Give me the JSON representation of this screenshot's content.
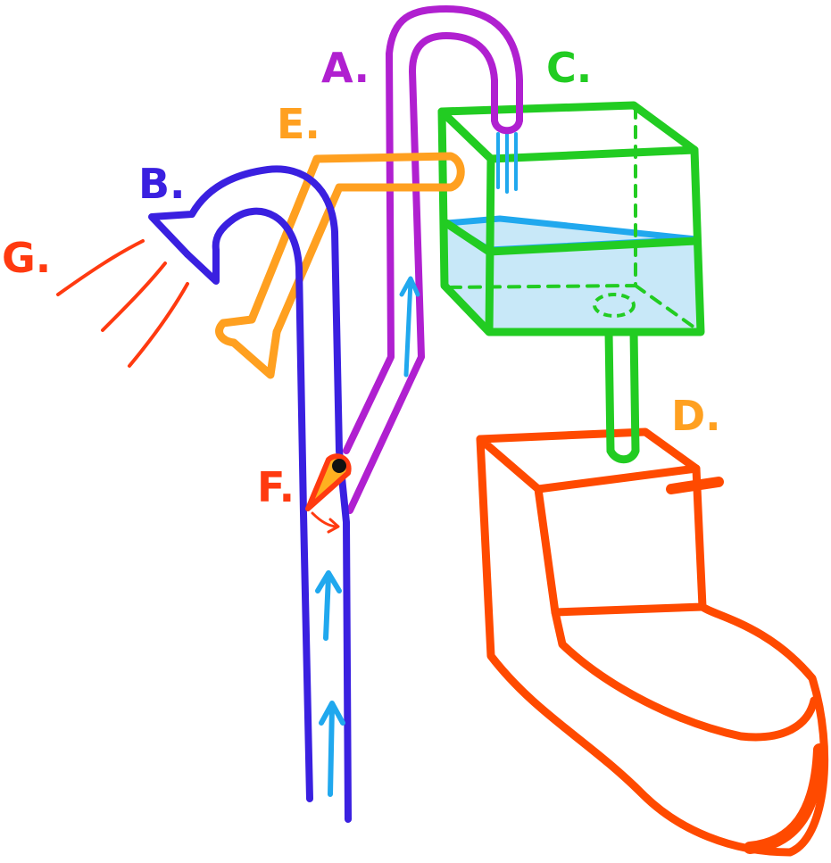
{
  "labels": {
    "a": "A.",
    "b": "B.",
    "c": "C.",
    "d": "D.",
    "e": "E.",
    "f": "F.",
    "g": "G."
  },
  "colors": {
    "pipe_a": "#b020d0",
    "pipe_b": "#3a20e0",
    "tank_c": "#22cc22",
    "toilet_d": "#ff4a00",
    "pipe_e": "#ffa020",
    "valve_f": "#ff3a10",
    "spray_g": "#ff3a10",
    "water": "#c8e8f8",
    "water_line": "#20a8ee"
  },
  "icons": {
    "flow_arrows": "up-arrow-icon",
    "valve": "valve-flap-icon",
    "spray": "spray-lines-icon"
  }
}
